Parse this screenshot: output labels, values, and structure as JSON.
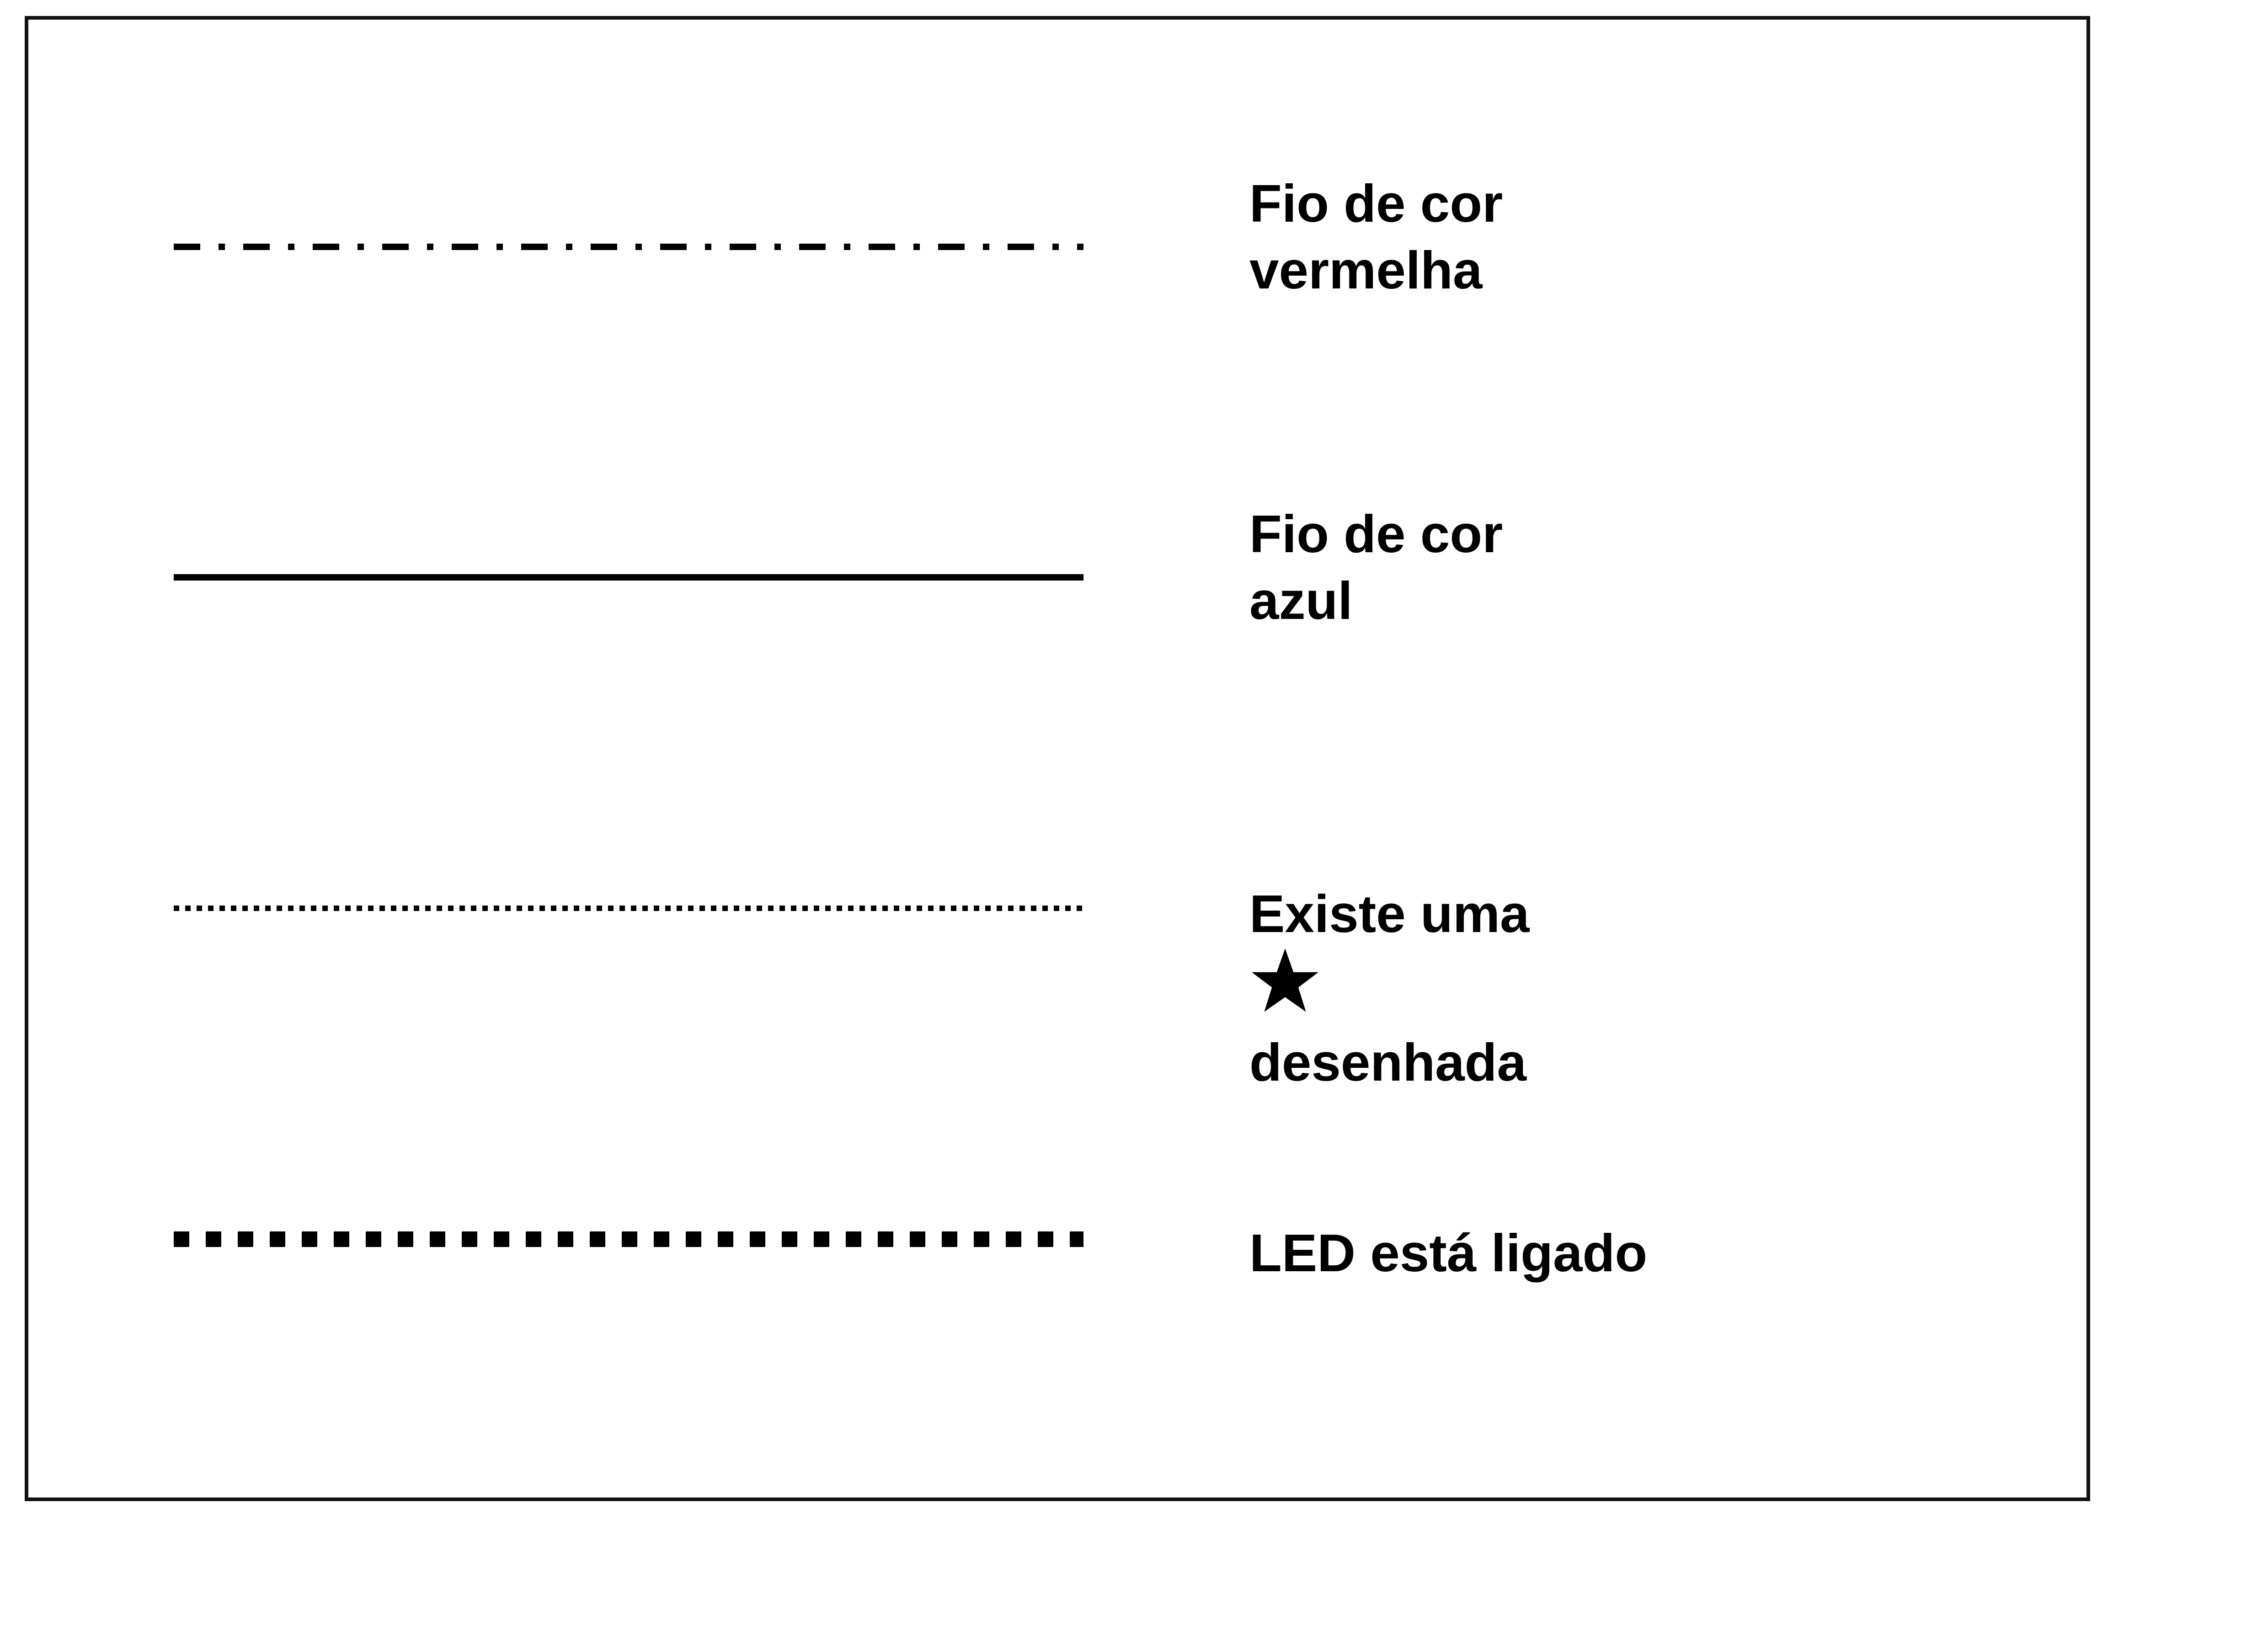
{
  "legend": {
    "items": [
      {
        "line_style": "dash-dot",
        "label_lines": [
          "Fio de cor",
          "vermelha"
        ]
      },
      {
        "line_style": "solid",
        "label_lines": [
          "Fio de cor",
          "azul"
        ]
      },
      {
        "line_style": "dotted",
        "label_lines": [
          "Existe uma",
          "desenhada"
        ],
        "icon": "star-icon"
      },
      {
        "line_style": "square-dotted",
        "label_lines": [
          "LED está ligado"
        ]
      }
    ],
    "colors": {
      "stroke": "#000000",
      "frame": "#111111",
      "background": "#ffffff"
    }
  }
}
